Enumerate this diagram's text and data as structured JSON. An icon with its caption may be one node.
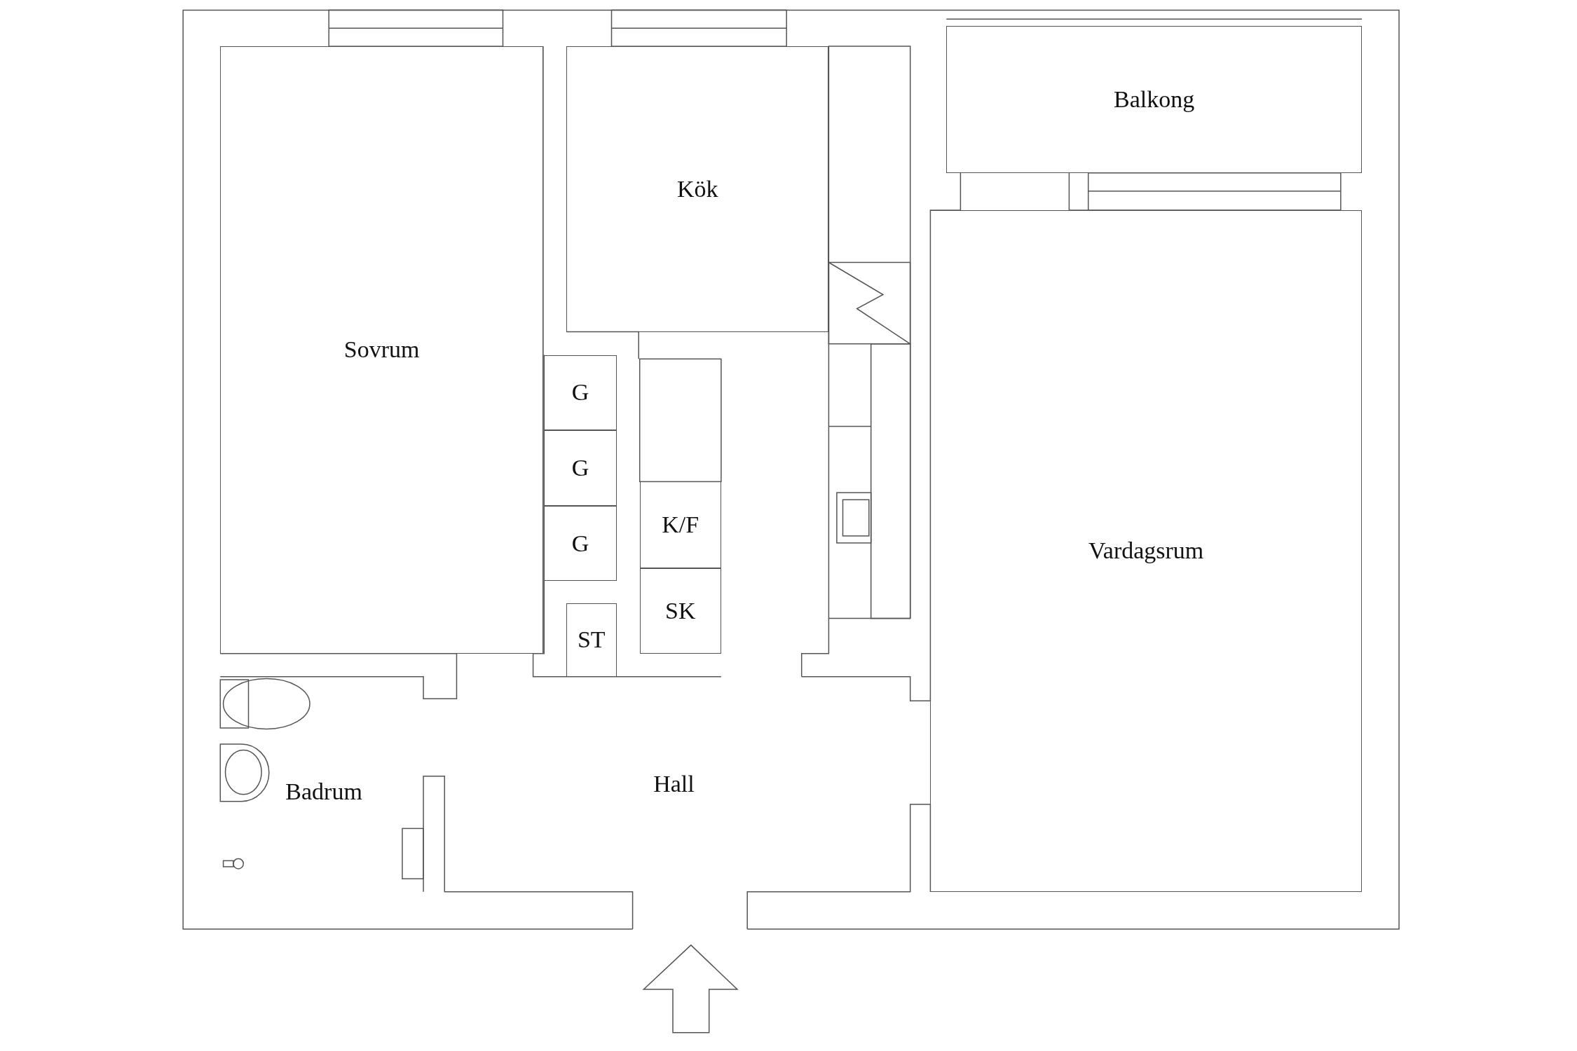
{
  "diagram": {
    "nodes": [
      {
        "text": [
          "Balkong"
        ]
      },
      {
        "text": [
          "Kök"
        ]
      },
      {
        "text": [
          "Sovrum"
        ]
      },
      {
        "text": [
          "G"
        ]
      },
      {
        "text": [
          "G"
        ]
      },
      {
        "text": [
          "G"
        ]
      },
      {
        "text": [
          "K/F"
        ]
      },
      {
        "text": [
          "SK"
        ]
      },
      {
        "text": [
          "ST"
        ]
      },
      {
        "text": [
          "Vardagsrum"
        ]
      },
      {
        "text": [
          "Hall"
        ]
      },
      {
        "text": [
          "Badrum"
        ]
      }
    ],
    "edges": []
  }
}
